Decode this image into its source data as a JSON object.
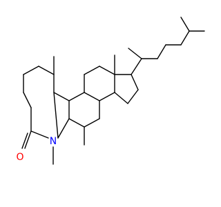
{
  "diagram": {
    "type": "skeletal-structure",
    "colors": {
      "bond": "#000000",
      "nitrogen": "#0000ff",
      "oxygen": "#ff0000",
      "background": "#ffffff"
    },
    "atoms": [
      {
        "id": "O",
        "label": "O",
        "element": "O"
      },
      {
        "id": "N",
        "label": "N",
        "element": "N"
      }
    ]
  }
}
